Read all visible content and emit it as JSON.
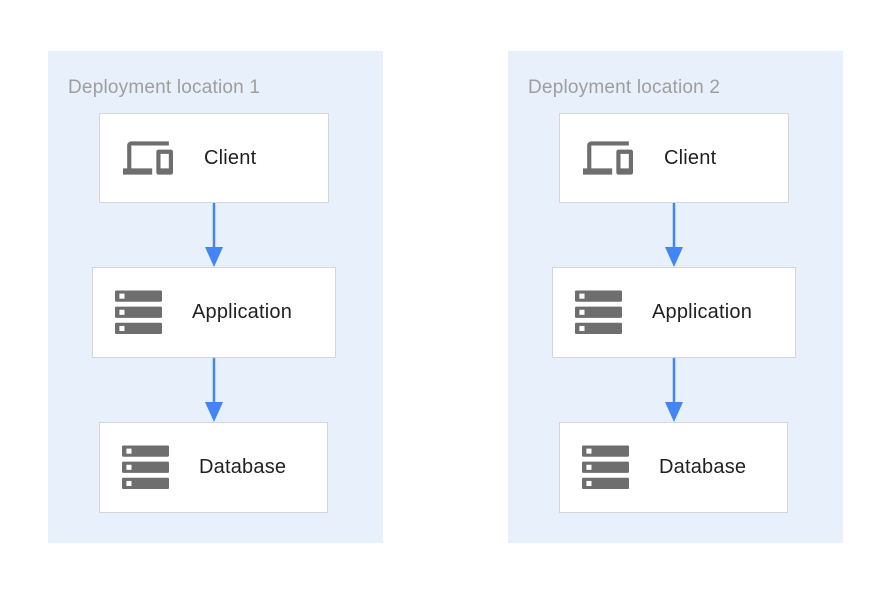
{
  "diagram": {
    "kind": "deployment-architecture",
    "panels": [
      {
        "title": "Deployment location 1",
        "nodes": [
          {
            "id": "client",
            "label": "Client",
            "icon": "devices-icon"
          },
          {
            "id": "application",
            "label": "Application",
            "icon": "server-stack-icon"
          },
          {
            "id": "database",
            "label": "Database",
            "icon": "server-stack-icon"
          }
        ],
        "edges": [
          {
            "from": "Client",
            "to": "Application"
          },
          {
            "from": "Application",
            "to": "Database"
          }
        ]
      },
      {
        "title": "Deployment location 2",
        "nodes": [
          {
            "id": "client",
            "label": "Client",
            "icon": "devices-icon"
          },
          {
            "id": "application",
            "label": "Application",
            "icon": "server-stack-icon"
          },
          {
            "id": "database",
            "label": "Database",
            "icon": "server-stack-icon"
          }
        ],
        "edges": [
          {
            "from": "Client",
            "to": "Application"
          },
          {
            "from": "Application",
            "to": "Database"
          }
        ]
      }
    ],
    "colors": {
      "panel_background": "#E8F1FB",
      "panel_title": "#9E9E9E",
      "node_background": "#FFFFFF",
      "node_border": "#D6D6D6",
      "node_label": "#212121",
      "icon_gray": "#6E6E6E",
      "arrow_blue": "#4285F4"
    }
  }
}
